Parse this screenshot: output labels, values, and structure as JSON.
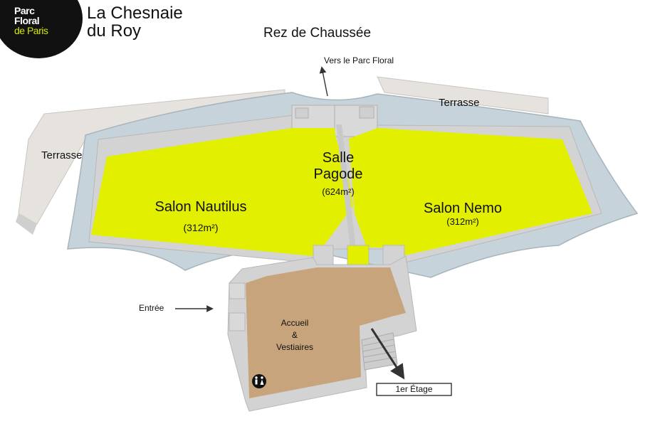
{
  "brand": {
    "logo_lines": [
      "Parc",
      "Floral",
      "de Paris"
    ],
    "venue_line1": "La Chesnaie",
    "venue_line2": "du Roy"
  },
  "floor_title": "Rez de Chaussée",
  "labels": {
    "vers_parc": "Vers le Parc Floral",
    "terrasse_left": "Terrasse",
    "terrasse_right": "Terrasse",
    "salle_line1": "Salle",
    "salle_line2": "Pagode",
    "salle_area": "(624m²)",
    "nautilus_name": "Salon Nautilus",
    "nautilus_area": "(312m²)",
    "nemo_name": "Salon Nemo",
    "nemo_area": "(312m²)",
    "entree": "Entrée",
    "accueil_line1": "Accueil",
    "accueil_line2": "&",
    "accueil_line3": "Vestiaires",
    "etage_box": "1er Étage"
  },
  "colors": {
    "salon_fill": "#e2f000",
    "accueil_fill": "#c8a47c",
    "terrasse_fill": "#e6e3df",
    "wall": "#d3d3d3",
    "canopy": "#c7d3da",
    "logo_accent": "#d4e600"
  }
}
